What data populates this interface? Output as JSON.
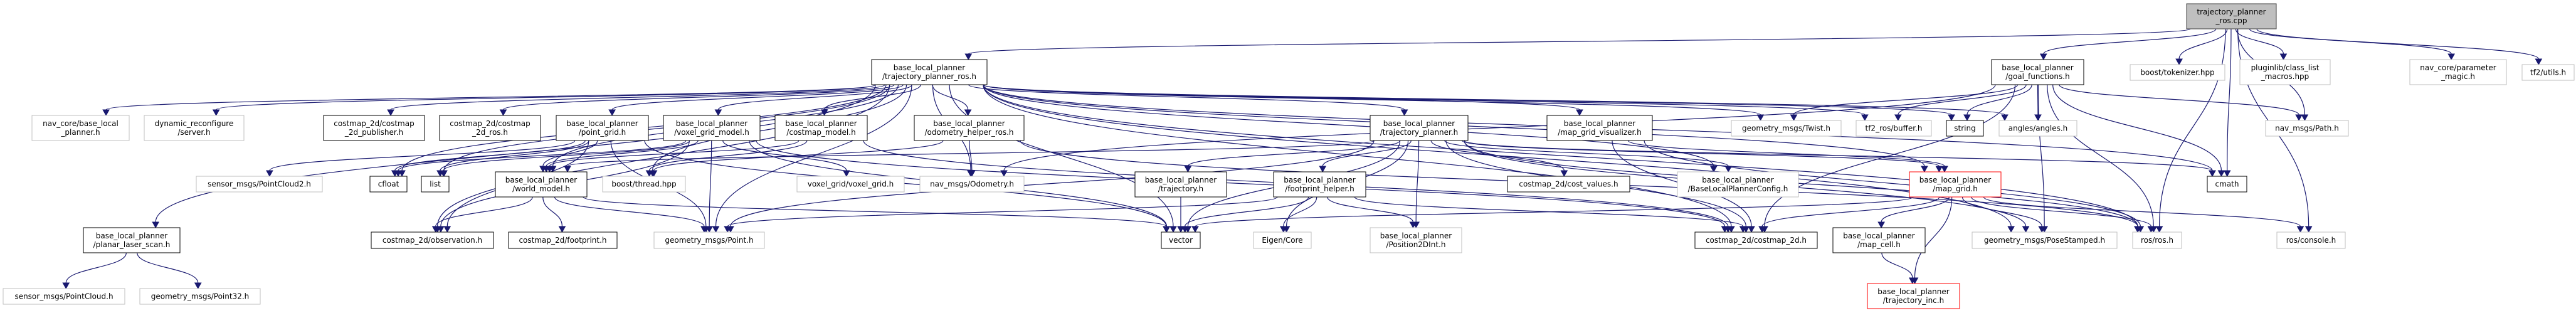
{
  "graph": {
    "colors": {
      "edge": "#191970",
      "root_fill": "#bfbfbf",
      "documented_border": "#000000",
      "external_border": "#bfbfbf",
      "incomplete_border": "#ff0000"
    },
    "nodes": [
      {
        "id": "cpp",
        "kind": "root",
        "lines": [
          "trajectory_planner",
          "_ros.cpp"
        ]
      },
      {
        "id": "tpros",
        "kind": "documented",
        "lines": [
          "base_local_planner",
          "/trajectory_planner_ros.h"
        ]
      },
      {
        "id": "goalf",
        "kind": "documented",
        "lines": [
          "base_local_planner",
          "/goal_functions.h"
        ]
      },
      {
        "id": "tokenizer",
        "kind": "external",
        "lines": [
          "boost/tokenizer.hpp"
        ]
      },
      {
        "id": "pluginlib",
        "kind": "external",
        "lines": [
          "pluginlib/class_list",
          "_macros.hpp"
        ]
      },
      {
        "id": "parammagic",
        "kind": "external",
        "lines": [
          "nav_core/parameter",
          "_magic.h"
        ]
      },
      {
        "id": "tf2utils",
        "kind": "external",
        "lines": [
          "tf2/utils.h"
        ]
      },
      {
        "id": "navcore",
        "kind": "external",
        "lines": [
          "nav_core/base_local",
          "_planner.h"
        ]
      },
      {
        "id": "dynreconf",
        "kind": "external",
        "lines": [
          "dynamic_reconfigure",
          "/server.h"
        ]
      },
      {
        "id": "cmpub",
        "kind": "documented",
        "lines": [
          "costmap_2d/costmap",
          "_2d_publisher.h"
        ]
      },
      {
        "id": "cmros",
        "kind": "documented",
        "lines": [
          "costmap_2d/costmap",
          "_2d_ros.h"
        ]
      },
      {
        "id": "pointgrid",
        "kind": "documented",
        "lines": [
          "base_local_planner",
          "/point_grid.h"
        ]
      },
      {
        "id": "voxelmodel",
        "kind": "documented",
        "lines": [
          "base_local_planner",
          "/voxel_grid_model.h"
        ]
      },
      {
        "id": "cmmodel",
        "kind": "documented",
        "lines": [
          "base_local_planner",
          "/costmap_model.h"
        ]
      },
      {
        "id": "odomhelper",
        "kind": "documented",
        "lines": [
          "base_local_planner",
          "/odometry_helper_ros.h"
        ]
      },
      {
        "id": "tplanner",
        "kind": "documented",
        "lines": [
          "base_local_planner",
          "/trajectory_planner.h"
        ]
      },
      {
        "id": "mgviz",
        "kind": "documented",
        "lines": [
          "base_local_planner",
          "/map_grid_visualizer.h"
        ]
      },
      {
        "id": "twist",
        "kind": "external",
        "lines": [
          "geometry_msgs/Twist.h"
        ]
      },
      {
        "id": "tf2buffer",
        "kind": "external",
        "lines": [
          "tf2_ros/buffer.h"
        ]
      },
      {
        "id": "string",
        "kind": "documented",
        "lines": [
          "string"
        ]
      },
      {
        "id": "angles",
        "kind": "external",
        "lines": [
          "angles/angles.h"
        ]
      },
      {
        "id": "navpath",
        "kind": "external",
        "lines": [
          "nav_msgs/Path.h"
        ]
      },
      {
        "id": "pc2",
        "kind": "external",
        "lines": [
          "sensor_msgs/PointCloud2.h"
        ]
      },
      {
        "id": "cfloat",
        "kind": "documented",
        "lines": [
          "cfloat"
        ]
      },
      {
        "id": "list",
        "kind": "documented",
        "lines": [
          "list"
        ]
      },
      {
        "id": "worldmodel",
        "kind": "documented",
        "lines": [
          "base_local_planner",
          "/world_model.h"
        ]
      },
      {
        "id": "boostthread",
        "kind": "external",
        "lines": [
          "boost/thread.hpp"
        ]
      },
      {
        "id": "voxelgrid",
        "kind": "external",
        "lines": [
          "voxel_grid/voxel_grid.h"
        ]
      },
      {
        "id": "odom",
        "kind": "external",
        "lines": [
          "nav_msgs/Odometry.h"
        ]
      },
      {
        "id": "trajectory",
        "kind": "documented",
        "lines": [
          "base_local_planner",
          "/trajectory.h"
        ]
      },
      {
        "id": "fphelper",
        "kind": "documented",
        "lines": [
          "base_local_planner",
          "/footprint_helper.h"
        ]
      },
      {
        "id": "costvalues",
        "kind": "documented",
        "lines": [
          "costmap_2d/cost_values.h"
        ]
      },
      {
        "id": "blpconfig",
        "kind": "external",
        "lines": [
          "base_local_planner",
          "/BaseLocalPlannerConfig.h"
        ]
      },
      {
        "id": "mapgrid",
        "kind": "incomplete",
        "lines": [
          "base_local_planner",
          "/map_grid.h"
        ]
      },
      {
        "id": "cmath",
        "kind": "documented",
        "lines": [
          "cmath"
        ]
      },
      {
        "id": "planarscan",
        "kind": "documented",
        "lines": [
          "base_local_planner",
          "/planar_laser_scan.h"
        ]
      },
      {
        "id": "observation",
        "kind": "documented",
        "lines": [
          "costmap_2d/observation.h"
        ]
      },
      {
        "id": "footprint",
        "kind": "documented",
        "lines": [
          "costmap_2d/footprint.h"
        ]
      },
      {
        "id": "point",
        "kind": "external",
        "lines": [
          "geometry_msgs/Point.h"
        ]
      },
      {
        "id": "vector",
        "kind": "documented",
        "lines": [
          "vector"
        ]
      },
      {
        "id": "eigen",
        "kind": "external",
        "lines": [
          "Eigen/Core"
        ]
      },
      {
        "id": "pos2d",
        "kind": "external",
        "lines": [
          "base_local_planner",
          "/Position2DInt.h"
        ]
      },
      {
        "id": "costmap2d",
        "kind": "documented",
        "lines": [
          "costmap_2d/costmap_2d.h"
        ]
      },
      {
        "id": "mapcell",
        "kind": "documented",
        "lines": [
          "base_local_planner",
          "/map_cell.h"
        ]
      },
      {
        "id": "posestamped",
        "kind": "external",
        "lines": [
          "geometry_msgs/PoseStamped.h"
        ]
      },
      {
        "id": "ros",
        "kind": "external",
        "lines": [
          "ros/ros.h"
        ]
      },
      {
        "id": "console",
        "kind": "external",
        "lines": [
          "ros/console.h"
        ]
      },
      {
        "id": "pointcloud",
        "kind": "external",
        "lines": [
          "sensor_msgs/PointCloud.h"
        ]
      },
      {
        "id": "point32",
        "kind": "external",
        "lines": [
          "geometry_msgs/Point32.h"
        ]
      },
      {
        "id": "trajinc",
        "kind": "incomplete",
        "lines": [
          "base_local_planner",
          "/trajectory_inc.h"
        ]
      }
    ],
    "edges": [
      [
        "cpp",
        "tpros"
      ],
      [
        "cpp",
        "goalf"
      ],
      [
        "cpp",
        "tokenizer"
      ],
      [
        "cpp",
        "pluginlib"
      ],
      [
        "cpp",
        "parammagic"
      ],
      [
        "cpp",
        "tf2utils"
      ],
      [
        "cpp",
        "navpath"
      ],
      [
        "cpp",
        "console"
      ],
      [
        "cpp",
        "ros"
      ],
      [
        "cpp",
        "cmath"
      ],
      [
        "tpros",
        "navcore"
      ],
      [
        "tpros",
        "dynreconf"
      ],
      [
        "tpros",
        "cmpub"
      ],
      [
        "tpros",
        "cmros"
      ],
      [
        "tpros",
        "pointgrid"
      ],
      [
        "tpros",
        "voxelmodel"
      ],
      [
        "tpros",
        "cmmodel"
      ],
      [
        "tpros",
        "odomhelper"
      ],
      [
        "tpros",
        "tplanner"
      ],
      [
        "tpros",
        "mgviz"
      ],
      [
        "tpros",
        "twist"
      ],
      [
        "tpros",
        "tf2buffer"
      ],
      [
        "tpros",
        "string"
      ],
      [
        "tpros",
        "angles"
      ],
      [
        "tpros",
        "planarscan"
      ],
      [
        "tpros",
        "worldmodel"
      ],
      [
        "tpros",
        "boostthread"
      ],
      [
        "tpros",
        "odom"
      ],
      [
        "tpros",
        "costmap2d"
      ],
      [
        "tpros",
        "mapgrid"
      ],
      [
        "tpros",
        "posestamped"
      ],
      [
        "tpros",
        "ros"
      ],
      [
        "tpros",
        "cmath"
      ],
      [
        "tpros",
        "vector"
      ],
      [
        "tpros",
        "point"
      ],
      [
        "tpros",
        "observation"
      ],
      [
        "tpros",
        "cfloat"
      ],
      [
        "tpros",
        "list"
      ],
      [
        "tpros",
        "blpconfig"
      ],
      [
        "goalf",
        "twist"
      ],
      [
        "goalf",
        "tf2buffer"
      ],
      [
        "goalf",
        "string"
      ],
      [
        "goalf",
        "angles"
      ],
      [
        "goalf",
        "posestamped"
      ],
      [
        "goalf",
        "costmap2d"
      ],
      [
        "goalf",
        "navpath"
      ],
      [
        "goalf",
        "cmath"
      ],
      [
        "goalf",
        "ros"
      ],
      [
        "goalf",
        "odom"
      ],
      [
        "pointgrid",
        "worldmodel"
      ],
      [
        "pointgrid",
        "cfloat"
      ],
      [
        "pointgrid",
        "list"
      ],
      [
        "pointgrid",
        "observation"
      ],
      [
        "pointgrid",
        "point"
      ],
      [
        "pointgrid",
        "pc2"
      ],
      [
        "pointgrid",
        "vector"
      ],
      [
        "voxelmodel",
        "worldmodel"
      ],
      [
        "voxelmodel",
        "voxelgrid"
      ],
      [
        "voxelmodel",
        "point"
      ],
      [
        "voxelmodel",
        "vector"
      ],
      [
        "voxelmodel",
        "costmap2d"
      ],
      [
        "voxelmodel",
        "observation"
      ],
      [
        "voxelmodel",
        "cfloat"
      ],
      [
        "voxelmodel",
        "list"
      ],
      [
        "cmmodel",
        "worldmodel"
      ],
      [
        "cmmodel",
        "costmap2d"
      ],
      [
        "cmmodel",
        "boostthread"
      ],
      [
        "worldmodel",
        "observation"
      ],
      [
        "worldmodel",
        "footprint"
      ],
      [
        "worldmodel",
        "point"
      ],
      [
        "worldmodel",
        "vector"
      ],
      [
        "planarscan",
        "pointcloud"
      ],
      [
        "planarscan",
        "point32"
      ],
      [
        "odomhelper",
        "odom"
      ],
      [
        "odomhelper",
        "boostthread"
      ],
      [
        "odomhelper",
        "ros"
      ],
      [
        "tplanner",
        "trajectory"
      ],
      [
        "tplanner",
        "fphelper"
      ],
      [
        "tplanner",
        "pos2d"
      ],
      [
        "tplanner",
        "costvalues"
      ],
      [
        "tplanner",
        "blpconfig"
      ],
      [
        "tplanner",
        "costmap2d"
      ],
      [
        "tplanner",
        "mapgrid"
      ],
      [
        "tplanner",
        "vector"
      ],
      [
        "tplanner",
        "point"
      ],
      [
        "tplanner",
        "posestamped"
      ],
      [
        "tplanner",
        "ros"
      ],
      [
        "tplanner",
        "cmath"
      ],
      [
        "tplanner",
        "worldmodel"
      ],
      [
        "tplanner",
        "eigen"
      ],
      [
        "trajectory",
        "vector"
      ],
      [
        "fphelper",
        "vector"
      ],
      [
        "fphelper",
        "eigen"
      ],
      [
        "fphelper",
        "pos2d"
      ],
      [
        "fphelper",
        "costmap2d"
      ],
      [
        "fphelper",
        "point"
      ],
      [
        "mgviz",
        "mapgrid"
      ],
      [
        "mgviz",
        "costmap2d"
      ],
      [
        "mgviz",
        "ros"
      ],
      [
        "mapgrid",
        "mapcell"
      ],
      [
        "mapgrid",
        "trajinc"
      ],
      [
        "mapgrid",
        "costmap2d"
      ],
      [
        "mapgrid",
        "posestamped"
      ],
      [
        "mapgrid",
        "ros"
      ],
      [
        "mapgrid",
        "console"
      ],
      [
        "mapgrid",
        "vector"
      ],
      [
        "mapcell",
        "trajinc"
      ]
    ]
  }
}
